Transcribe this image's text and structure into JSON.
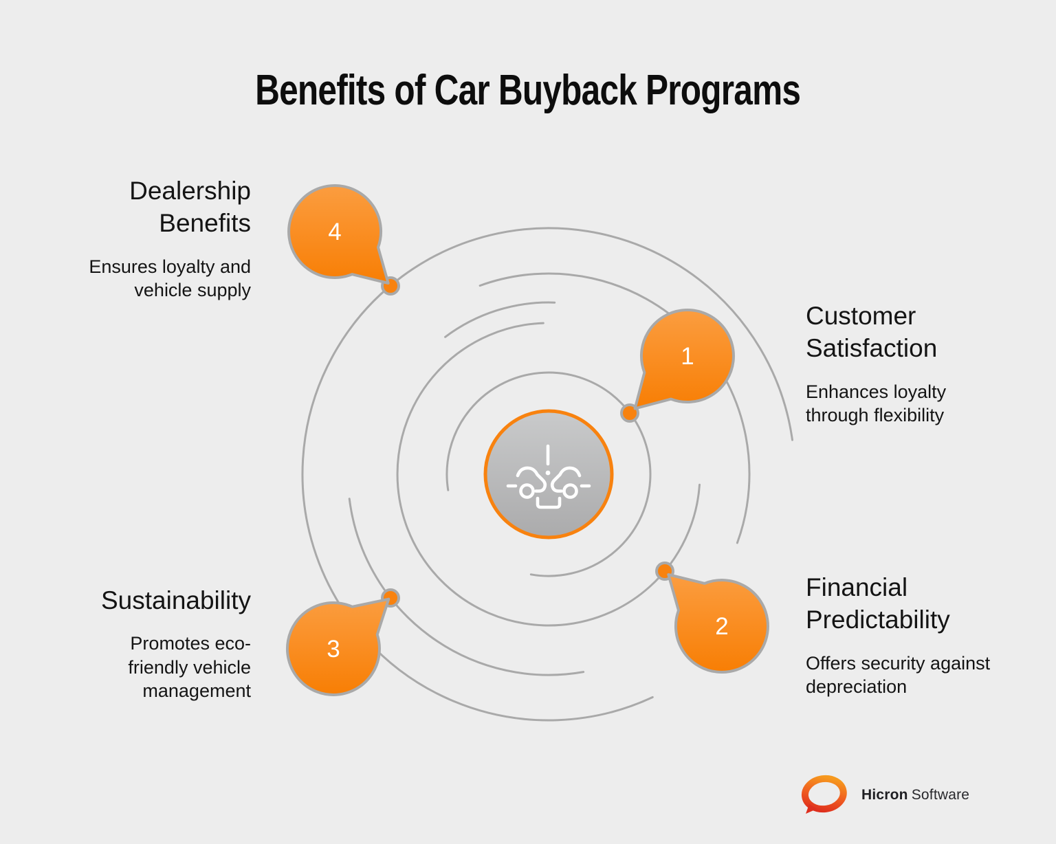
{
  "title": "Benefits of Car Buyback Programs",
  "benefits": [
    {
      "number": "1",
      "heading": "Customer Satisfaction",
      "description": "Enhances loyalty through flexibility"
    },
    {
      "number": "2",
      "heading": "Financial Predictability",
      "description": "Offers security against depreciation"
    },
    {
      "number": "3",
      "heading": "Sustainability",
      "description": "Promotes eco-friendly vehicle management"
    },
    {
      "number": "4",
      "heading": "Dealership Benefits",
      "description": "Ensures loyalty and vehicle supply"
    }
  ],
  "center_icon": "car-buyback-exchange-icon",
  "branding": {
    "brand_bold": "Hicron",
    "brand_light": "Software"
  },
  "colors": {
    "background": "#EDEDED",
    "accent_orange": "#F8820F",
    "bubble_gradient_top": "#FB9D40",
    "bubble_gradient_bottom": "#F87E04",
    "orbit_gray": "#A9A9A9",
    "center_circle_top": "#C9CACB",
    "center_circle_bottom": "#ABABAC",
    "text": "#141414",
    "logo_orange": "#F6991E",
    "logo_red": "#DE2E1D"
  }
}
